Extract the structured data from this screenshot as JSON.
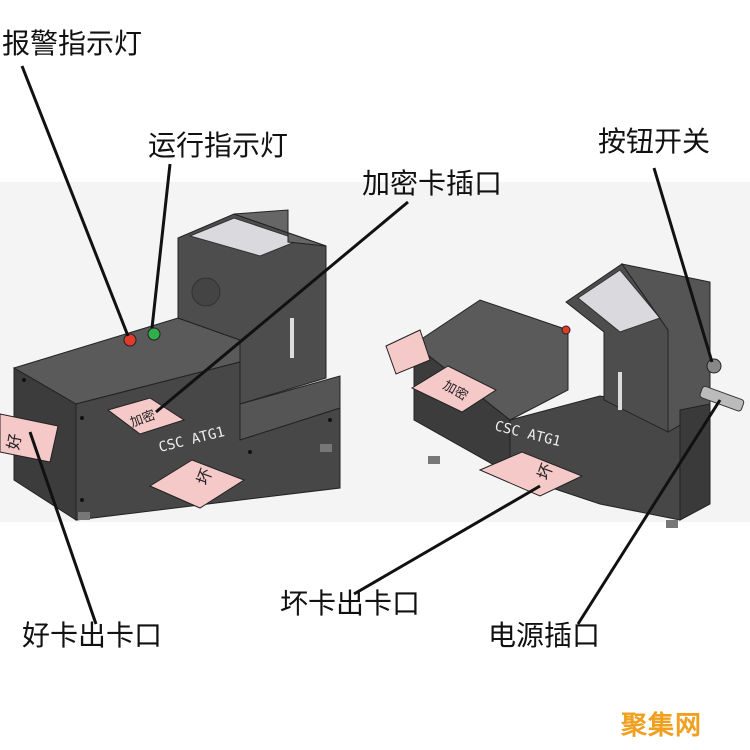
{
  "labels": {
    "alarm_light": "报警指示灯",
    "run_light": "运行指示灯",
    "encryption_card_slot": "加密卡插口",
    "button_switch": "按钮开关",
    "good_card_outlet": "好卡出卡口",
    "bad_card_outlet": "坏卡出卡口",
    "power_socket": "电源插口"
  },
  "device_text": {
    "left_model": "CSC ATG1",
    "right_model": "CSC ATG1"
  },
  "card_text": {
    "good": "好",
    "bad": "坏",
    "encrypt": "加密"
  },
  "colors": {
    "device_body": "#4a4a4a",
    "card": "#f6c9c9",
    "alarm_led": "#e23b2e",
    "run_led": "#2fae4a"
  },
  "watermark": "聚集网"
}
